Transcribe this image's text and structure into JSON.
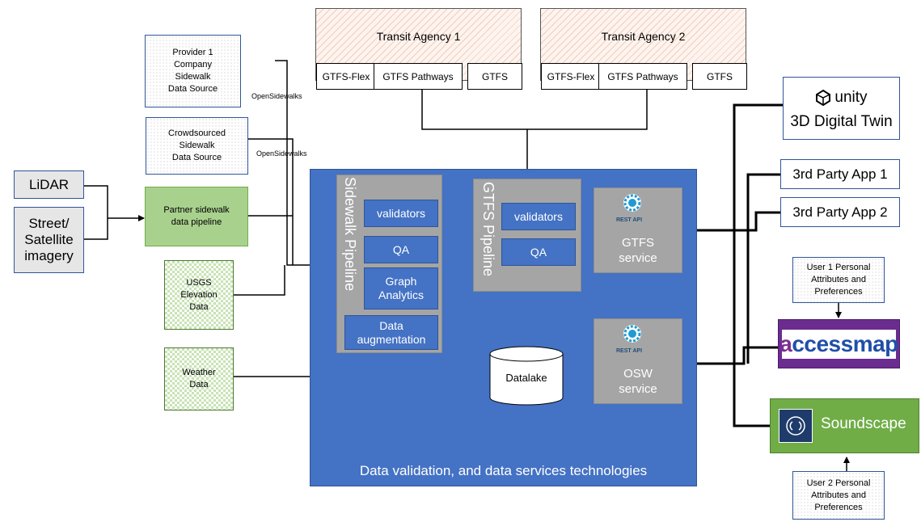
{
  "sources": {
    "provider1": "Provider 1 Company Sidewalk Data Source",
    "provider1_lines": [
      "Provider 1",
      "Company",
      "Sidewalk",
      "Data Source"
    ],
    "crowdsourced_lines": [
      "Crowdsourced",
      "Sidewalk",
      "Data Source"
    ],
    "opensidewalks_label_1": "OpenSidewalks",
    "opensidewalks_label_2": "OpenSidewalks",
    "lidar": "LiDAR",
    "imagery_lines": [
      "Street/",
      "Satellite",
      "imagery"
    ],
    "partner_lines": [
      "Partner sidewalk",
      "data pipeline"
    ],
    "usgs_lines": [
      "USGS",
      "Elevation",
      "Data"
    ],
    "weather_lines": [
      "Weather",
      "Data"
    ]
  },
  "agencies": [
    {
      "title": "Transit Agency 1",
      "tabs": [
        "GTFS-Flex",
        "GTFS Pathways",
        "GTFS"
      ]
    },
    {
      "title": "Transit Agency 2",
      "tabs": [
        "GTFS-Flex",
        "GTFS Pathways",
        "GTFS"
      ]
    }
  ],
  "platform": {
    "caption": "Data validation, and data services technologies",
    "sidewalk_pipeline": {
      "label": "Sidewalk Pipeline",
      "steps": [
        "validators",
        "QA",
        "Graph\nAnalytics",
        "Data\naugmentation"
      ],
      "steps_lines": [
        [
          "validators"
        ],
        [
          "QA"
        ],
        [
          "Graph",
          "Analytics"
        ],
        [
          "Data",
          "augmentation"
        ]
      ]
    },
    "gtfs_pipeline": {
      "label": "GTFS Pipeline",
      "steps": [
        "validators",
        "QA"
      ]
    },
    "datalake": "Datalake",
    "gtfs_service_lines": [
      "GTFS",
      "service"
    ],
    "osw_service_lines": [
      "OSW",
      "service"
    ],
    "rest_api": "REST API"
  },
  "consumers": {
    "unity_logo": "unity",
    "unity_label": "3D Digital Twin",
    "app1": "3rd Party App 1",
    "app2": "3rd Party App 2",
    "user1_lines": [
      "User 1 Personal",
      "Attributes and",
      "Preferences"
    ],
    "accessmap_logo": "ccessmap",
    "accessmap_a": "a",
    "soundscape": "Soundscape",
    "user2_lines": [
      "User 2 Personal",
      "Attributes and",
      "Preferences"
    ]
  },
  "colors": {
    "platform_blue": "#4472c4",
    "pipeline_grey": "#a5a5a5",
    "partner_green": "#a9d18e",
    "accessmap_purple": "#6b2c8f",
    "soundscape_green": "#70ad47",
    "source_border": "#2f5597"
  }
}
